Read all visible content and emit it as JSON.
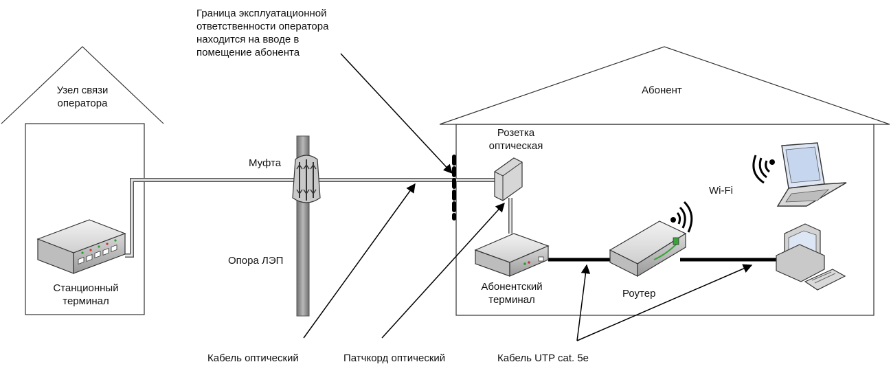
{
  "labels": {
    "operator_node": [
      "Узел связи",
      "оператора"
    ],
    "station_terminal": [
      "Станционный",
      "терминал"
    ],
    "coupling": "Муфта",
    "pole": "Опора ЛЭП",
    "boundary": [
      "Граница эксплуатационной",
      "ответственности оператора",
      "находится на вводе в",
      "помещение абонента"
    ],
    "subscriber": "Абонент",
    "optical_socket": [
      "Розетка",
      "оптическая"
    ],
    "subscriber_terminal": [
      "Абонентский",
      "терминал"
    ],
    "router": "Роутер",
    "wifi": "Wi-Fi",
    "optical_cable": "Кабель оптический",
    "optical_patchcord": "Патчкорд оптический",
    "utp_cable": "Кабель UTP cat. 5e"
  }
}
